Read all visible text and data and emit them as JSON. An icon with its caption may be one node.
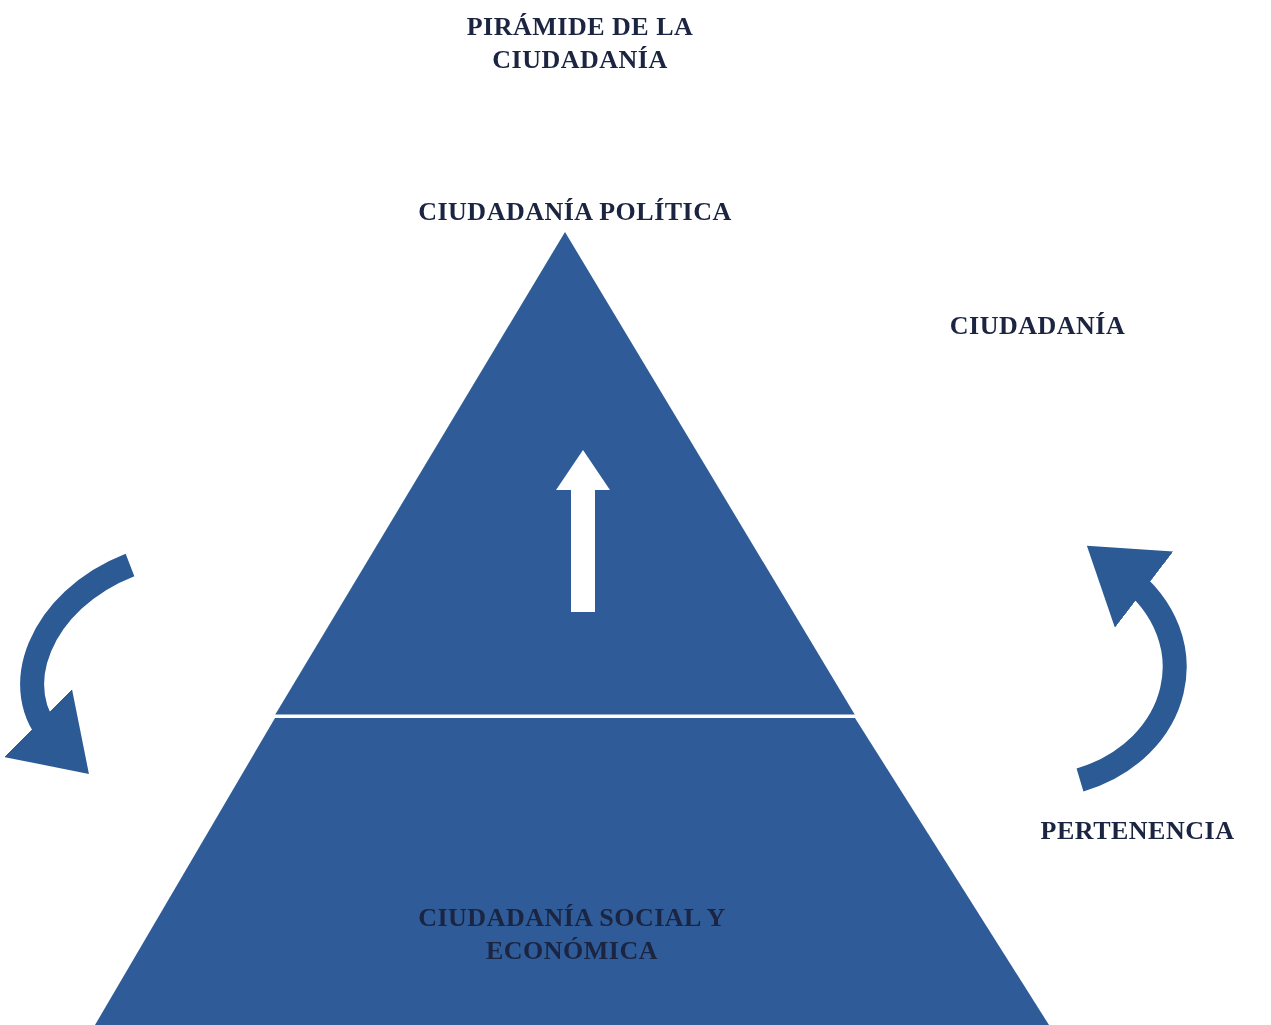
{
  "diagram": {
    "title": "PIRÁMIDE DE LA CIUDADANÍA",
    "nodes": [
      {
        "text": [
          "CIUDADANÍA POLÍTICA"
        ]
      },
      {
        "text": [
          "CIUDADANÍA SOCIAL Y ECONÓMICA"
        ]
      }
    ],
    "labels": [
      "CIUDADANÍA",
      "PERTENENCIA"
    ]
  }
}
